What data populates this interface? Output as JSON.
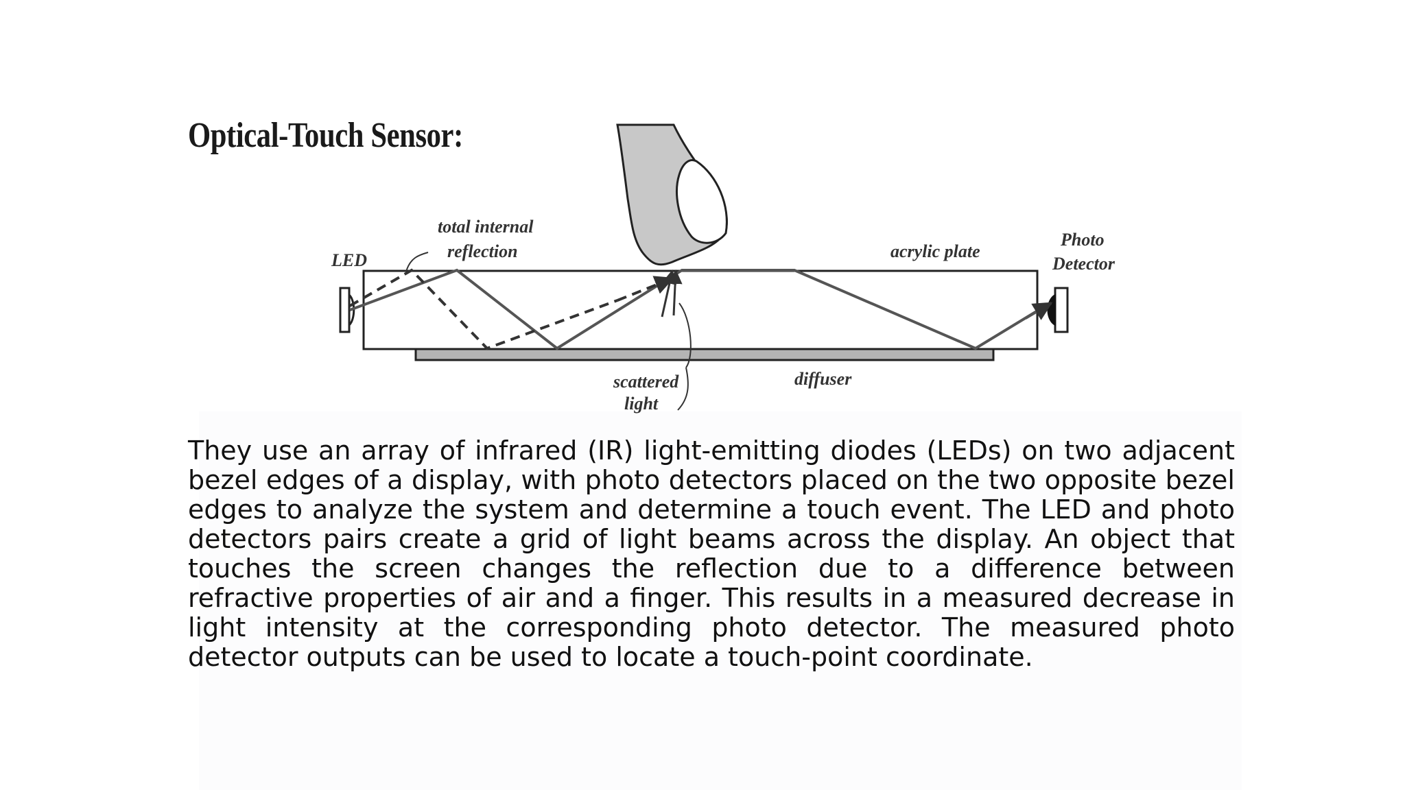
{
  "slide": {
    "title": "Optical-Touch Sensor:",
    "body": "They use an array of infrared (IR) light-emitting diodes (LEDs) on two adjacent bezel edges of a display, with photo detectors placed on the two opposite bezel edges to analyze the system and determine a touch event. The LED and photo detectors pairs create a grid of light beams across the display. An object that touches the screen changes the reflection due to a difference between refractive properties of air and a finger. This results in a measured decrease in light intensity at the corresponding photo detector. The measured photo detector outputs can be used to locate a touch-point coordinate."
  },
  "diagram": {
    "labels": {
      "tir_line1": "total internal",
      "tir_line2": "reflection",
      "led": "LED",
      "acrylic_plate": "acrylic plate",
      "photo": "Photo",
      "detector": "Detector",
      "scattered": "scattered",
      "light": "light",
      "diffuser": "diffuser"
    },
    "colors": {
      "finger": "#c8c8c8",
      "diffuser": "#b4b4b4",
      "beam": "#555555",
      "outline": "#222222"
    }
  }
}
